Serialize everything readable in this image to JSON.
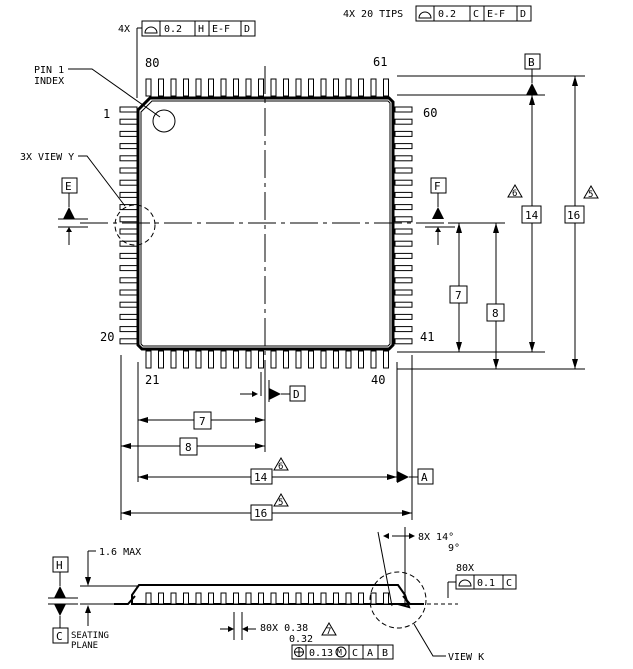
{
  "labels": {
    "fcf_top_left_prefix": "4X",
    "fcf_top_left": [
      "0.2",
      "H",
      "E-F",
      "D"
    ],
    "fcf_top_right_prefix": "4X 20 TIPS",
    "fcf_top_right": [
      "0.2",
      "C",
      "E-F",
      "D"
    ],
    "pin1_index": [
      "PIN 1",
      "INDEX"
    ],
    "view_y": "3X VIEW Y",
    "pin_80": "80",
    "pin_61": "61",
    "pin_1": "1",
    "pin_60": "60",
    "pin_20": "20",
    "pin_41": "41",
    "pin_21": "21",
    "pin_40": "40",
    "datum_b": "B",
    "datum_e": "E",
    "datum_f": "F",
    "datum_d": "D",
    "datum_a": "A",
    "datum_h": "H",
    "datum_c": "C",
    "dim_14_v": "14",
    "dim_16_v": "16",
    "dim_7_v": "7",
    "dim_8_v": "8",
    "dim_7_h": "7",
    "dim_8_h": "8",
    "dim_14_h": "14",
    "dim_16_h": "16",
    "note_6_v": "6",
    "note_5_v": "5",
    "note_6_h": "6",
    "note_5_h": "5",
    "note_7": "7",
    "max_height": "1.6 MAX",
    "angle_max": "8X 14°",
    "angle_min": "9°",
    "coplanarity_prefix": "80X",
    "coplanarity": [
      "0.1",
      "C"
    ],
    "lead_width": "80X 0.38",
    "lead_width_min": "0.32",
    "position_fcf": [
      "0.13",
      "M",
      "C",
      "A",
      "B"
    ],
    "seating_plane": [
      "SEATING",
      "PLANE"
    ],
    "view_k": "VIEW K"
  }
}
